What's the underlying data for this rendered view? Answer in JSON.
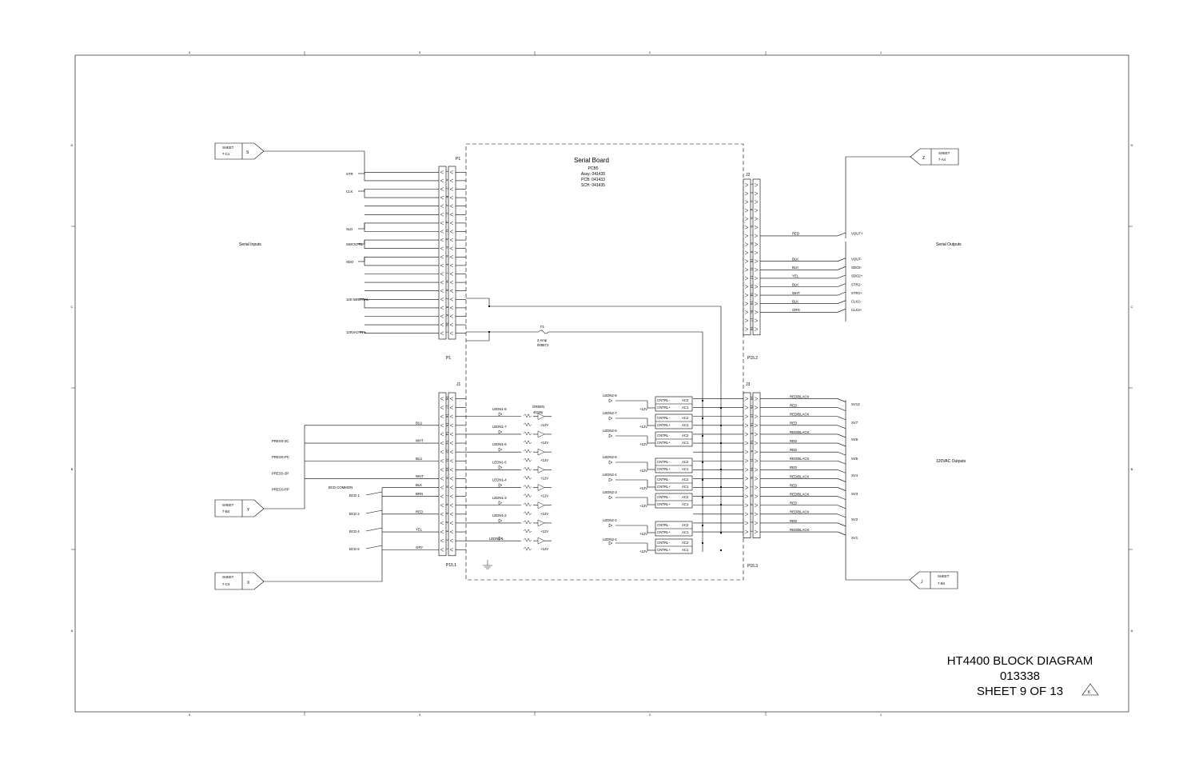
{
  "title_block": {
    "line1": "HT4400 BLOCK DIAGRAM",
    "line2": "013338",
    "line3": "SHEET 9 OF 13",
    "revision": "K"
  },
  "grid": {
    "cols": [
      "4",
      "3",
      "2",
      "1"
    ],
    "rows": [
      "D",
      "C",
      "B",
      "A"
    ]
  },
  "board": {
    "title": "Serial Board",
    "lines": [
      "PCB5",
      "Assy: 041435",
      "PCB: 041433",
      "SCH: 041435"
    ]
  },
  "sections": {
    "serial_inputs": "Serial Inputs",
    "serial_outputs": "Serial Outputs",
    "ac_outputs": "120VAC Outputs"
  },
  "connectors": {
    "p1": "P1",
    "p1_bottom": "P1",
    "j2": "J2",
    "j2_bottom": "P15.2",
    "j1": "J1",
    "j1_bottom": "P15.1",
    "j3": "J3",
    "j3_bottom": "P15.3"
  },
  "offpage": [
    {
      "sheet": "SHEET",
      "ref": "7-C1",
      "letter": "S"
    },
    {
      "sheet": "SHEET",
      "ref": "7-B4",
      "letter": "Y"
    },
    {
      "sheet": "SHEET",
      "ref": "7-C4",
      "letter": "X"
    },
    {
      "sheet": "SHEET",
      "ref": "7-A4",
      "letter": "Z"
    },
    {
      "sheet": "SHEET",
      "ref": "7-B4",
      "letter": "J"
    }
  ],
  "p1_pins": [
    "1",
    "A",
    "2",
    "B",
    "3",
    "C",
    "4",
    "D",
    "5",
    "E",
    "6",
    "F",
    "7",
    "H",
    "8",
    "J",
    "9",
    "K",
    "10",
    "L"
  ],
  "p1_signals": [
    "STR",
    "CLK",
    "SLD",
    "SWCNTRL",
    "SDO",
    "120 NEUTRAL",
    "120VAC IN +"
  ],
  "fuse": {
    "name": "F1",
    "rating": "2 Amp",
    "part": "008872"
  },
  "j2_pins": [
    "1",
    "2",
    "3",
    "4",
    "5",
    "6",
    "7",
    "8",
    "9",
    "10",
    "11",
    "12",
    "13",
    "14",
    "15",
    "16",
    "17",
    "18"
  ],
  "j2_wires": [
    "RED",
    "BLK",
    "BLK",
    "YEL",
    "BLK",
    "WHT",
    "BLK",
    "GRN"
  ],
  "j2_signals": [
    "VOUT+",
    "VOUT-",
    "SDO2-",
    "SDO2+",
    "STR2-",
    "STR2+",
    "CLK2-",
    "CLK2+"
  ],
  "j1_pins": [
    "18",
    "17",
    "16",
    "15",
    "14",
    "13",
    "12",
    "11",
    "10",
    "9",
    "8",
    "7",
    "6",
    "5",
    "4",
    "3",
    "2",
    "1"
  ],
  "j1_left_signals": [
    "PRESS-3C",
    "PRESS-PC",
    "PRESS-3P",
    "PRESS-PP"
  ],
  "j1_wires": [
    "BLU",
    "WHT",
    "BLU",
    "WHT",
    "BLK",
    "BRN",
    "RED",
    "YEL",
    "GRY"
  ],
  "bcd": {
    "common": "BCD COMMON",
    "items": [
      "BCD 1",
      "BCD 2",
      "BCD 4",
      "BCD 8"
    ]
  },
  "green_note": {
    "label": "GREEN",
    "part": "40196"
  },
  "leds1": [
    "LEDN1-8",
    "LEDN1-7",
    "LEDN1-6",
    "LEDN1-5",
    "LEDN1-4",
    "LEDN1-3",
    "LEDN1-2",
    "LEDN1-1"
  ],
  "leds2": [
    "LEDN2-8",
    "LEDN2-7",
    "LEDN2-6",
    "LEDN2-5",
    "LEDN2-4",
    "LEDN2-3",
    "LEDN2-2",
    "LEDN2-1"
  ],
  "supply": "+12V",
  "relay_labels": {
    "c1": "CNTRL-",
    "c2": "CNTRL+",
    "a2": "AC2",
    "a1": "AC1"
  },
  "j3_pins": [
    "18",
    "15",
    "12",
    "16",
    "9",
    "14",
    "6",
    "11",
    "10",
    "8",
    "7",
    "5",
    "4",
    "3",
    "2",
    "1"
  ],
  "j3_wires": [
    "RED/BLACK",
    "RED",
    "RED/BLACK",
    "RED",
    "RED/BLACK",
    "RED",
    "RED",
    "RED/BLACK",
    "RED",
    "RED/BLACK",
    "RED",
    "RED/BLACK",
    "RED",
    "RED/BLACK",
    "RED",
    "RED/BLACK"
  ],
  "sv_labels": [
    "SV13",
    "SV7",
    "SV6",
    "SV5",
    "SV4",
    "SV3",
    "SV2",
    "SV1"
  ]
}
